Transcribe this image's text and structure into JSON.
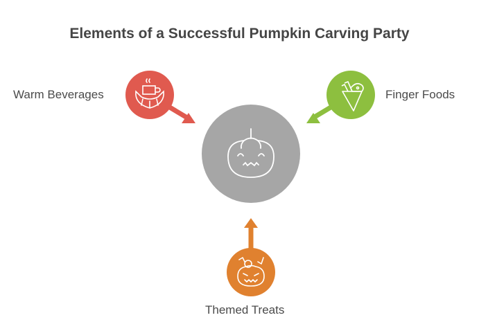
{
  "title": "Elements of a Successful Pumpkin Carving Party",
  "center": {
    "icon": "pumpkin-icon",
    "color": "#A6A6A6"
  },
  "items": [
    {
      "label": "Warm Beverages",
      "icon": "coffee-croissant-icon",
      "color": "#E05A4F"
    },
    {
      "label": "Finger Foods",
      "icon": "wrap-food-icon",
      "color": "#8DBF3F"
    },
    {
      "label": "Themed Treats",
      "icon": "jack-o-lantern-candy-icon",
      "color": "#E0812F"
    }
  ]
}
